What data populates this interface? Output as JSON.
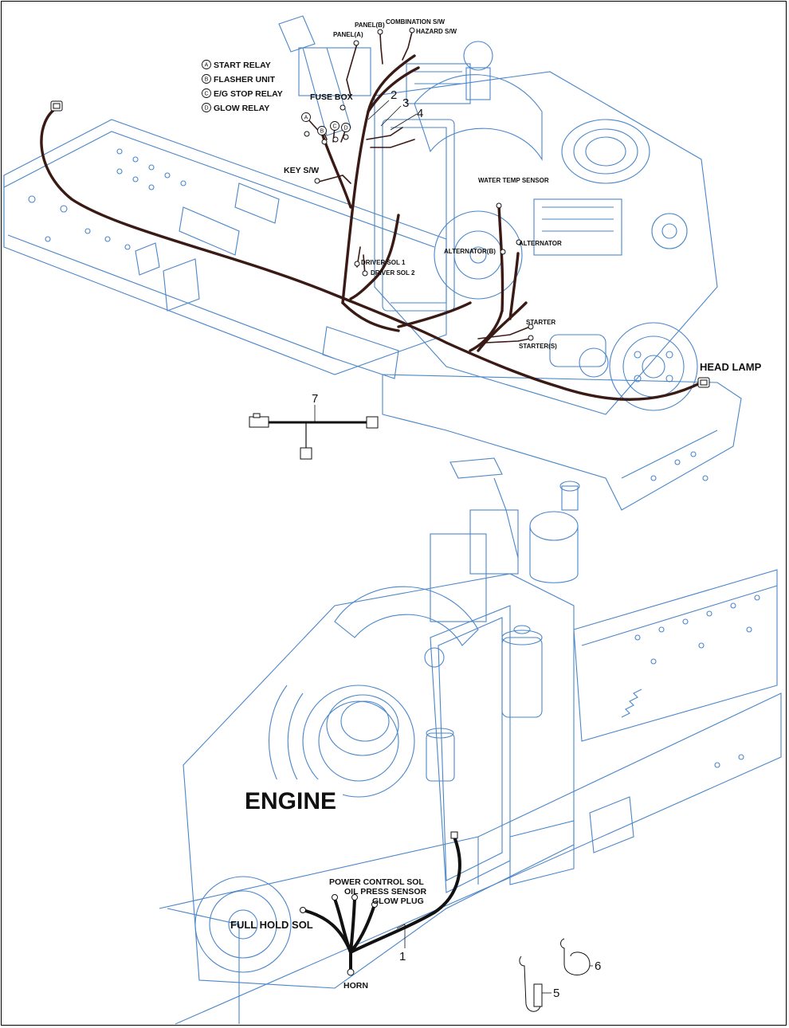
{
  "legend": [
    {
      "letter": "A",
      "label": "START RELAY"
    },
    {
      "letter": "B",
      "label": "FLASHER UNIT"
    },
    {
      "letter": "C",
      "label": "E/G STOP RELAY"
    },
    {
      "letter": "D",
      "label": "GLOW RELAY"
    }
  ],
  "upper_labels": {
    "panel_b": "PANEL(B)",
    "combination_sw": "COMBINATION S/W",
    "panel_a": "PANEL(A)",
    "hazard_sw": "HAZARD S/W",
    "fuse_box": "FUSE BOX",
    "key_sw": "KEY S/W",
    "water_temp_sensor": "WATER TEMP SENSOR",
    "alternator": "ALTERNATOR",
    "alternator_b": "ALTERNATOR(B)",
    "driver_sol_1": "DRIVER SOL 1",
    "driver_sol_2": "DRIVER SOL 2",
    "starter": "STARTER",
    "starter_s": "STARTER(S)",
    "head_lamp": "HEAD LAMP"
  },
  "relay_letters": [
    "A",
    "B",
    "C",
    "D"
  ],
  "part_numbers": {
    "n1": "1",
    "n2": "2",
    "n3": "3",
    "n4": "4",
    "n5": "5",
    "n6": "6",
    "n7": "7"
  },
  "lower_labels": {
    "engine": "ENGINE",
    "power_control_sol": "POWER CONTROL SOL",
    "oil_press_sensor": "OIL PRESS SENSOR",
    "glow_plug": "GLOW PLUG",
    "full_hold_sol": "FULL HOLD SOL",
    "horn": "HORN"
  },
  "colors": {
    "line_art": "#4a86c9",
    "harness": "#3a1a14",
    "label": "#111111"
  }
}
